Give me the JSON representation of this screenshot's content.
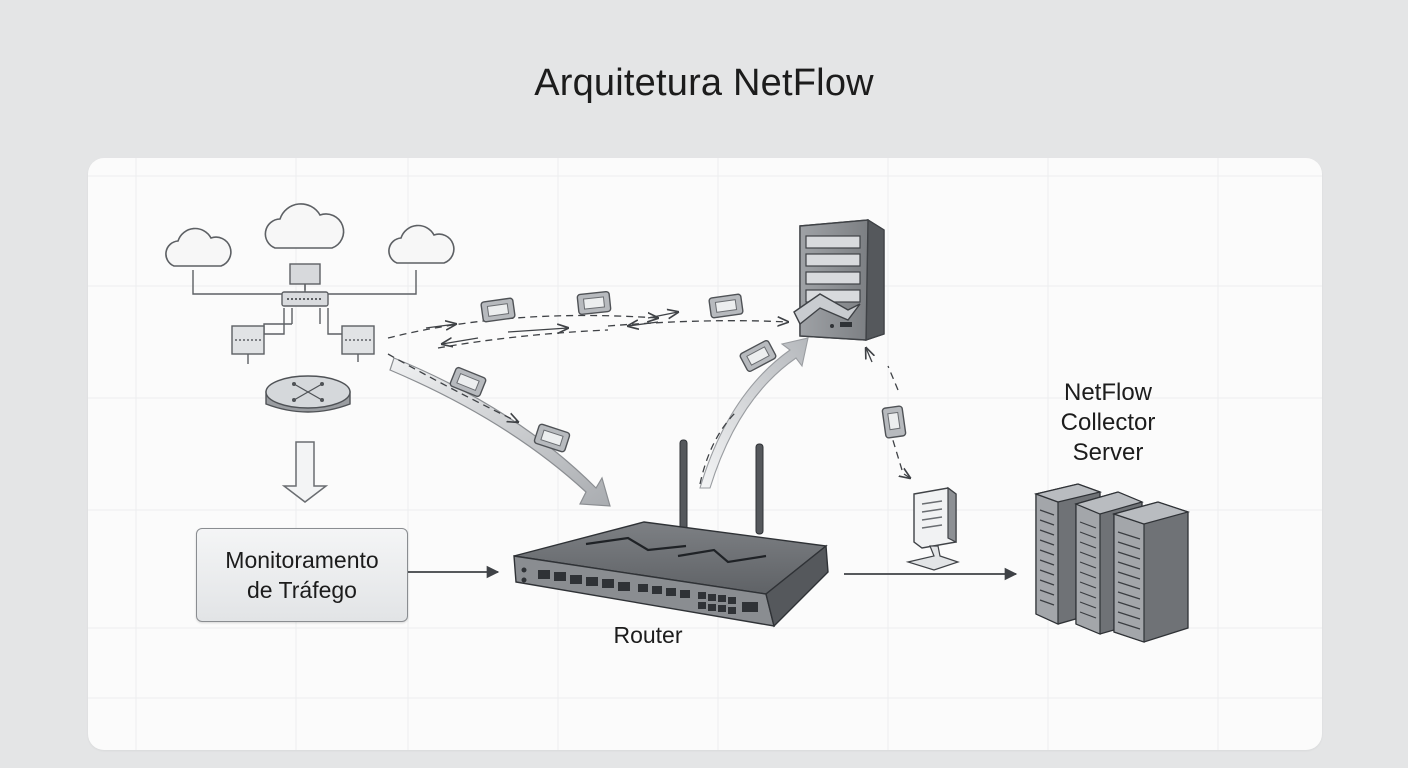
{
  "title": "Arquitetura NetFlow",
  "nodes": {
    "monitoring": {
      "line1": "Monitoramento",
      "line2": "de Tráfego"
    },
    "router": {
      "label": "Router"
    },
    "collector": {
      "line1": "NetFlow",
      "line2": "Collector",
      "line3": "Server"
    }
  },
  "icons": [
    "cloud-icon",
    "network-switch-icon",
    "desktop-computer-icon",
    "hub-icon",
    "down-arrow-icon",
    "router-icon",
    "antenna-icon",
    "tower-server-icon",
    "flow-packet-icon",
    "workstation-monitor-icon",
    "server-rack-icon"
  ],
  "colors": {
    "page_background": "#e4e5e6",
    "panel_background": "#fbfbfb",
    "grid": "#eceeef",
    "device_dark": "#6b6e72",
    "device_mid": "#9a9da1",
    "device_light": "#c9ccd0",
    "arrow": "#4a4d51"
  }
}
